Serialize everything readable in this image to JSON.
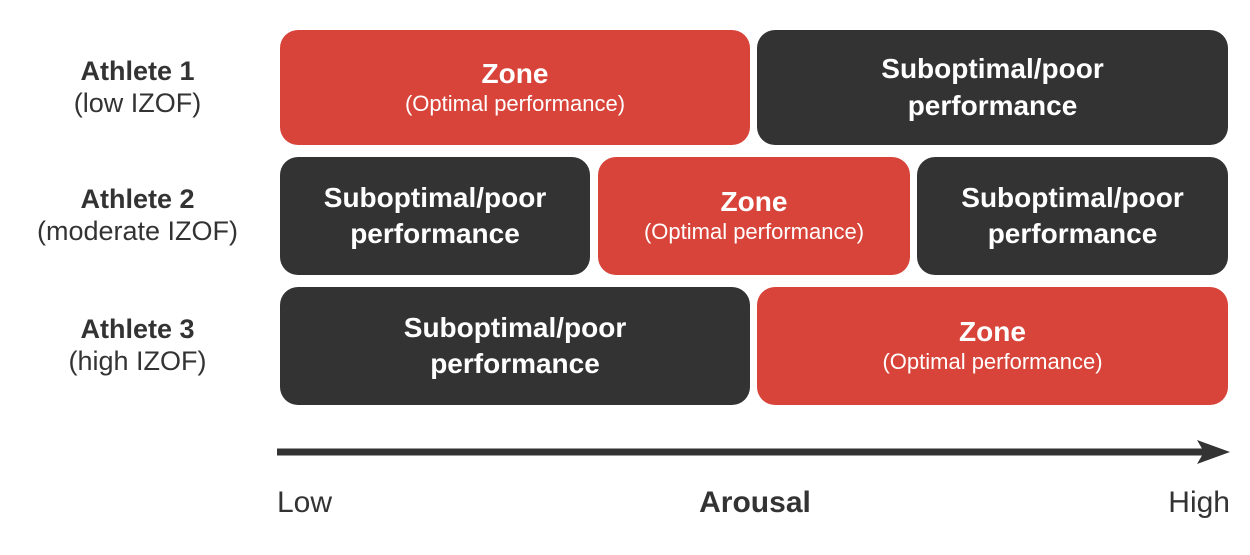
{
  "diagram": {
    "rows": [
      {
        "label": "Athlete 1",
        "sublabel": "(low IZOF)",
        "blocks": [
          {
            "kind": "zone",
            "title": "Zone",
            "subtitle": "(Optimal performance)"
          },
          {
            "kind": "suboptimal",
            "line1": "Suboptimal/poor",
            "line2": "performance"
          }
        ]
      },
      {
        "label": "Athlete 2",
        "sublabel": "(moderate IZOF)",
        "blocks": [
          {
            "kind": "suboptimal",
            "line1": "Suboptimal/poor",
            "line2": "performance"
          },
          {
            "kind": "zone",
            "title": "Zone",
            "subtitle": "(Optimal performance)"
          },
          {
            "kind": "suboptimal",
            "line1": "Suboptimal/poor",
            "line2": "performance"
          }
        ]
      },
      {
        "label": "Athlete 3",
        "sublabel": "(high IZOF)",
        "blocks": [
          {
            "kind": "suboptimal",
            "line1": "Suboptimal/poor",
            "line2": "performance"
          },
          {
            "kind": "zone",
            "title": "Zone",
            "subtitle": "(Optimal performance)"
          }
        ]
      }
    ],
    "axis": {
      "low": "Low",
      "title": "Arousal",
      "high": "High"
    },
    "colors": {
      "zone_red": "#D8443A",
      "suboptimal_dark": "#333333",
      "text_light": "#FFFFFF",
      "text_dark": "#333333",
      "background": "#FFFFFF"
    }
  }
}
